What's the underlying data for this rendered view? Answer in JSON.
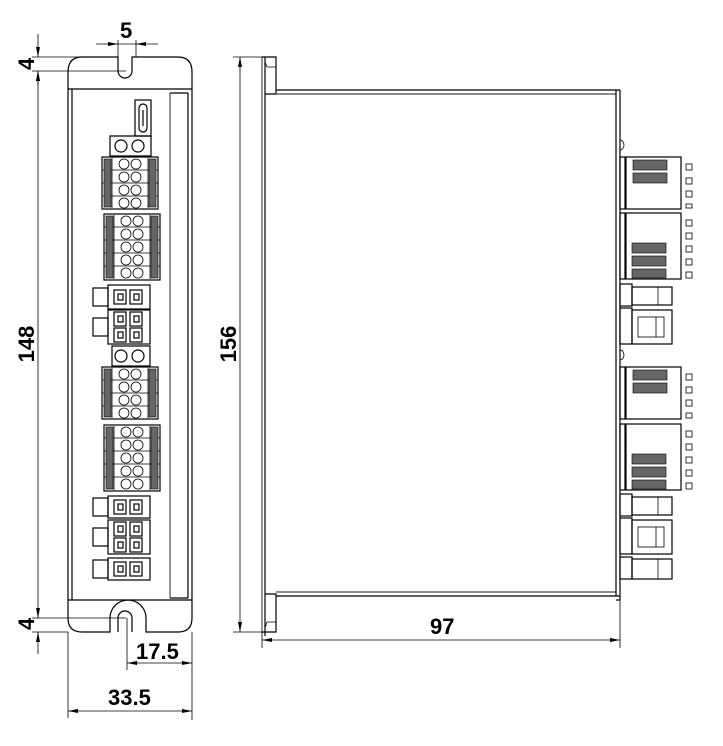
{
  "drawing": {
    "title": "Servo drive outline dimensions",
    "units": "mm",
    "front_view": {
      "dimensions": {
        "slot_width": "5",
        "top_slot_depth": "4",
        "height_between_slots": "148",
        "bottom_slot_depth": "4",
        "slot_offset": "17.5",
        "overall_width": "33.5"
      }
    },
    "side_view": {
      "dimensions": {
        "overall_height": "156",
        "depth": "97"
      }
    }
  }
}
